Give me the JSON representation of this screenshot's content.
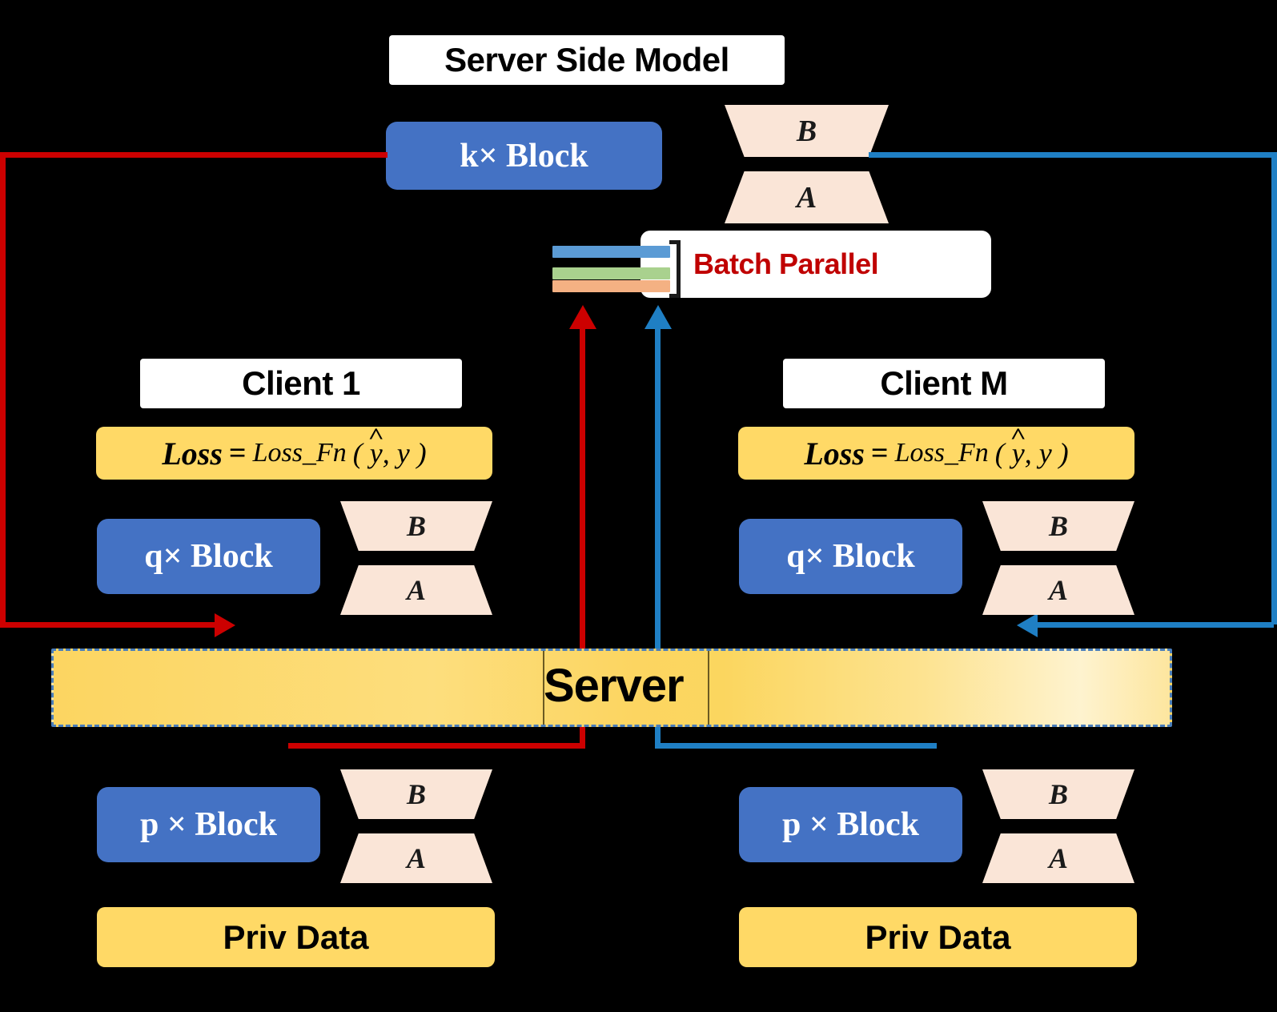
{
  "meta": {
    "background_color": "#000000",
    "accent_blue": "#4472C4",
    "accent_yellow": "#FFD966",
    "accent_peach": "#FAE5D7",
    "flow_red": "#CC0000",
    "flow_blue": "#1F7FC4"
  },
  "server_side": {
    "title": "Server Side Model",
    "block_label": "k× Block",
    "lora_b": "B",
    "lora_a": "A"
  },
  "batch_parallel": {
    "label": "Batch Parallel",
    "bars": [
      {
        "name": "blue-bar",
        "color": "#5B9BD5"
      },
      {
        "name": "green-bar",
        "color": "#A9D18E"
      },
      {
        "name": "orange-bar",
        "color": "#F4B183"
      }
    ],
    "bracket": "]"
  },
  "server_bar": {
    "label": "Server"
  },
  "clients": [
    {
      "title": "Client 1",
      "loss": {
        "full_text": "Loss = Loss_Fn ( ŷ, y )",
        "lhs": "Loss",
        "equals": "=",
        "fn": "Loss_Fn",
        "open_paren": "(",
        "arg_pred": "y",
        "comma": ",",
        "arg_true": "y",
        "close_paren": ")"
      },
      "upper_block_label": "q× Block",
      "upper_lora_b": "B",
      "upper_lora_a": "A",
      "lower_block_label": "p × Block",
      "lower_lora_b": "B",
      "lower_lora_a": "A",
      "data_label": "Priv Data"
    },
    {
      "title": "Client M",
      "loss": {
        "full_text": "Loss = Loss_Fn ( ŷ, y )",
        "lhs": "Loss",
        "equals": "=",
        "fn": "Loss_Fn",
        "open_paren": "(",
        "arg_pred": "y",
        "comma": ",",
        "arg_true": "y",
        "close_paren": ")"
      },
      "upper_block_label": "q× Block",
      "upper_lora_b": "B",
      "upper_lora_a": "A",
      "lower_block_label": "p × Block",
      "lower_lora_b": "B",
      "lower_lora_a": "A",
      "data_label": "Priv Data"
    }
  ]
}
